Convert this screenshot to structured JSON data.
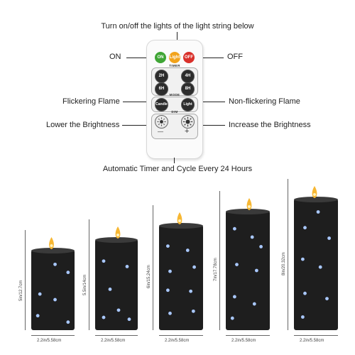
{
  "top_caption": "Turn on/off the lights of the light string below",
  "bottom_caption": "Automatic Timer and Cycle Every 24 Hours",
  "callouts": {
    "on": "ON",
    "off": "OFF",
    "flickering": "Flickering Flame",
    "non_flickering": "Non-flickering Flame",
    "lower": "Lower the Brightness",
    "increase": "Increase the Brightness"
  },
  "remote": {
    "on": "ON",
    "light": "Light",
    "off": "OFF",
    "timer_label": "TIMER",
    "t2": "2H",
    "t4": "4H",
    "t6": "6H",
    "t8": "8H",
    "mode_label": "MODE",
    "candle": "Candle",
    "light_mode": "Light",
    "dim_label": "DIM",
    "minus": "—",
    "plus": "+"
  },
  "candles": [
    {
      "height_label": "5in/12.7cm",
      "width_label": "2.2in/5.58cm"
    },
    {
      "height_label": "5.5in/14cm",
      "width_label": "2.2in/5.58cm"
    },
    {
      "height_label": "6in/15.24cm",
      "width_label": "2.2in/5.58cm"
    },
    {
      "height_label": "7in/17.78cm",
      "width_label": "2.2in/5.58cm"
    },
    {
      "height_label": "8in/20.32cm",
      "width_label": "2.2in/5.58cm"
    }
  ],
  "colors": {
    "on_button": "#3fa535",
    "light_button": "#f2a31b",
    "off_button": "#d9302a",
    "candle_body": "#1e1e1e",
    "led": "#a9c8ff",
    "flame": "#f7b733"
  }
}
